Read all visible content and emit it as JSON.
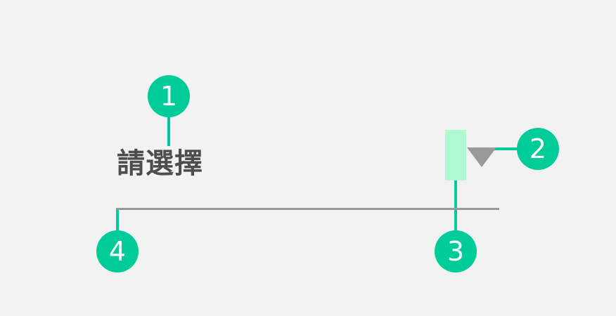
{
  "spinner": {
    "placeholder": "請選擇"
  },
  "callouts": [
    "1",
    "2",
    "3",
    "4"
  ],
  "colors": {
    "accent": "#00cc99",
    "highlight": "#aef8d2",
    "arrow": "#999999",
    "text": "#4d4d4d"
  }
}
